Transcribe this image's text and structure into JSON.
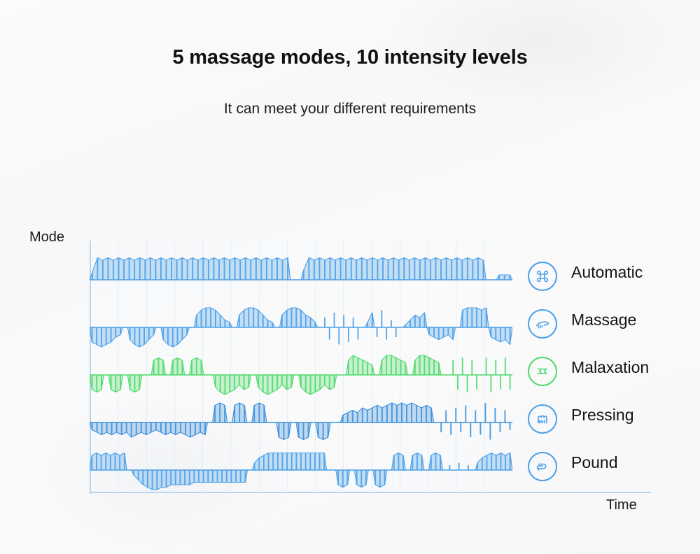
{
  "header": {
    "title": "5 massage modes, 10 intensity levels",
    "subtitle": "It can meet your different requirements"
  },
  "axes": {
    "y_label": "Mode",
    "x_label": "Time"
  },
  "colors": {
    "blue": "#4a9fe8",
    "blue_dark": "#3b8fd9",
    "green": "#4ed96a",
    "grid": "#e3edf7",
    "axis": "#b9d4ee",
    "background": "#f8f9fa",
    "text": "#141414"
  },
  "legend": {
    "items": [
      {
        "label": "Automatic",
        "icon": "command-loop-icon",
        "color": "#4a9fe8"
      },
      {
        "label": "Massage",
        "icon": "hand-wave-icon",
        "color": "#4a9fe8"
      },
      {
        "label": "Malaxation",
        "icon": "knead-swirl-icon",
        "color": "#4ed96a"
      },
      {
        "label": "Pressing",
        "icon": "press-hand-icon",
        "color": "#4a9fe8"
      },
      {
        "label": "Pound",
        "icon": "fist-pound-icon",
        "color": "#4a9fe8"
      }
    ]
  },
  "chart_data": {
    "type": "line",
    "title": "5 massage modes, 10 intensity levels",
    "xlabel": "Time",
    "ylabel": "Mode",
    "grid": true,
    "grid_columns": 14,
    "legend_position": "right",
    "intensity_levels": 10,
    "mode_count": 5,
    "categories": [
      "Automatic",
      "Massage",
      "Malaxation",
      "Pressing",
      "Pound"
    ],
    "series": [
      {
        "name": "Automatic",
        "color": "#4a9fe8",
        "top": 364,
        "description": "Uniform high-frequency pulse train, symmetric about the centerline, with a short gap near mid-span and a brief low-amplitude tail at the end.",
        "values": [
          3,
          9,
          8,
          9,
          8,
          9,
          8,
          9,
          8,
          9,
          8,
          9,
          8,
          9,
          8,
          9,
          8,
          9,
          8,
          9,
          8,
          9,
          8,
          9,
          8,
          9,
          8,
          9,
          8,
          9,
          8,
          9,
          8,
          9,
          8,
          9,
          8,
          9,
          0,
          0,
          4,
          9,
          8,
          9,
          8,
          9,
          8,
          9,
          8,
          9,
          8,
          9,
          8,
          9,
          8,
          9,
          8,
          9,
          8,
          9,
          8,
          9,
          8,
          9,
          8,
          9,
          8,
          9,
          8,
          9,
          8,
          9,
          8,
          9,
          8,
          0,
          0,
          2,
          2,
          2
        ]
      },
      {
        "name": "Massage",
        "color": "#4a9fe8",
        "top": 432,
        "description": "Three downward lobes, then three upward lobes, then mixed alternating bursts, ending with a tall filled block above and a short block below.",
        "values": [
          -6,
          -7,
          -8,
          -7,
          -6,
          -4,
          -3,
          0,
          -5,
          -7,
          -8,
          -7,
          -5,
          -3,
          0,
          -5,
          -7,
          -8,
          -7,
          -5,
          -3,
          0,
          5,
          7,
          8,
          8,
          7,
          5,
          3,
          2,
          0,
          5,
          7,
          8,
          8,
          7,
          5,
          3,
          2,
          0,
          5,
          7,
          8,
          8,
          7,
          5,
          4,
          2,
          0,
          4,
          -5,
          6,
          -7,
          5,
          -6,
          4,
          -5,
          0,
          2,
          6,
          -4,
          7,
          -5,
          3,
          -4,
          0,
          1,
          3,
          5,
          4,
          6,
          -3,
          -4,
          -5,
          -4,
          -3,
          -5,
          0,
          7,
          8,
          8,
          8,
          7,
          8,
          -4,
          -5,
          -6,
          -5,
          -7
        ]
      },
      {
        "name": "Malaxation",
        "color": "#4ed96a",
        "top": 500,
        "description": "Downward petal shapes, upward petals, then broad hatched lobes below, broad lobes above, and a final dense bidirectional burst.",
        "values": [
          -6,
          -7,
          -6,
          0,
          -6,
          -7,
          -6,
          0,
          -6,
          -7,
          -6,
          0,
          0,
          6,
          7,
          6,
          0,
          6,
          7,
          6,
          0,
          6,
          7,
          6,
          0,
          0,
          -5,
          -7,
          -8,
          -7,
          -6,
          -4,
          -6,
          -5,
          0,
          -5,
          -7,
          -8,
          -7,
          -6,
          -4,
          -6,
          -5,
          0,
          -5,
          -7,
          -8,
          -7,
          -6,
          -4,
          -6,
          -5,
          0,
          0,
          6,
          8,
          7,
          6,
          5,
          4,
          0,
          6,
          8,
          8,
          7,
          6,
          5,
          0,
          6,
          8,
          8,
          7,
          6,
          5,
          0,
          0,
          6,
          -6,
          7,
          -7,
          6,
          -6,
          0,
          7,
          -7,
          6,
          -6,
          7,
          -6
        ]
      },
      {
        "name": "Pressing",
        "color": "#3b8fd9",
        "top": 568,
        "description": "Dense shallow downward bars at the start, three upward arrow peaks, three downward arrow peaks, then a long rising plateau above and a dense mixed burst at the end.",
        "values": [
          -3,
          -4,
          -5,
          -4,
          -5,
          -4,
          -5,
          -4,
          -6,
          -5,
          -4,
          -5,
          -4,
          -3,
          -4,
          -5,
          -4,
          -5,
          -4,
          -5,
          -6,
          -5,
          -4,
          -5,
          0,
          7,
          8,
          7,
          0,
          7,
          8,
          7,
          0,
          7,
          8,
          7,
          0,
          0,
          -6,
          -7,
          -6,
          0,
          -6,
          -7,
          -6,
          0,
          -6,
          -7,
          -6,
          0,
          0,
          3,
          4,
          5,
          4,
          6,
          5,
          6,
          7,
          6,
          7,
          8,
          7,
          8,
          7,
          8,
          7,
          6,
          7,
          6,
          0,
          -4,
          5,
          -5,
          6,
          -4,
          7,
          -6,
          5,
          -5,
          8,
          -7,
          6,
          -4,
          5,
          -3
        ]
      },
      {
        "name": "Pound",
        "color": "#4a9fe8",
        "top": 636,
        "description": "Short upward burst, a long descending-then-shallow trough below the axis, a rising ramp to a sustained plateau above, three downward arrows, three upward arrows, then sparse then dense pulses.",
        "values": [
          6,
          7,
          6,
          7,
          6,
          7,
          6,
          7,
          0,
          -2,
          -4,
          -6,
          -7,
          -8,
          -8,
          -7,
          -7,
          -6,
          -6,
          -6,
          -6,
          -6,
          -5,
          -5,
          -5,
          -5,
          -5,
          -5,
          -5,
          -5,
          -5,
          -5,
          -5,
          -5,
          0,
          3,
          5,
          6,
          7,
          7,
          7,
          7,
          7,
          7,
          7,
          7,
          7,
          7,
          7,
          7,
          7,
          0,
          0,
          -6,
          -7,
          -6,
          0,
          -6,
          -7,
          -6,
          0,
          -6,
          -7,
          -6,
          0,
          6,
          7,
          6,
          0,
          6,
          7,
          6,
          0,
          6,
          7,
          6,
          0,
          2,
          0,
          3,
          0,
          2,
          0,
          3,
          5,
          6,
          7,
          6,
          7,
          6,
          7
        ]
      }
    ]
  }
}
